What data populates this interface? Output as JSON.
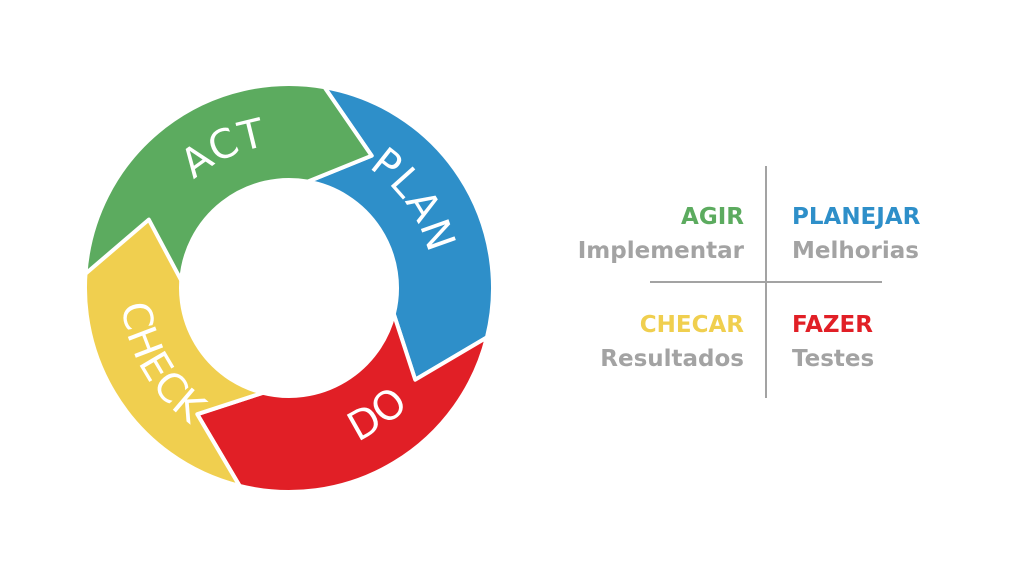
{
  "cycle": {
    "segments": [
      {
        "key": "plan",
        "label": "PLAN",
        "color": "#2e8fc9"
      },
      {
        "key": "do",
        "label": "DO",
        "color": "#e11f26"
      },
      {
        "key": "check",
        "label": "CHECK",
        "color": "#f0cf4f"
      },
      {
        "key": "act",
        "label": "ACT",
        "color": "#5cab5f"
      }
    ]
  },
  "legend": {
    "agir": {
      "title": "AGIR",
      "subtitle": "Implementar",
      "color": "#5cab5f"
    },
    "planejar": {
      "title": "PLANEJAR",
      "subtitle": "Melhorias",
      "color": "#2e8fc9"
    },
    "checar": {
      "title": "CHECAR",
      "subtitle": "Resultados",
      "color": "#f0cf4f"
    },
    "fazer": {
      "title": "FAZER",
      "subtitle": "Testes",
      "color": "#e11f26"
    },
    "divider_color": "#a3a3a3"
  }
}
